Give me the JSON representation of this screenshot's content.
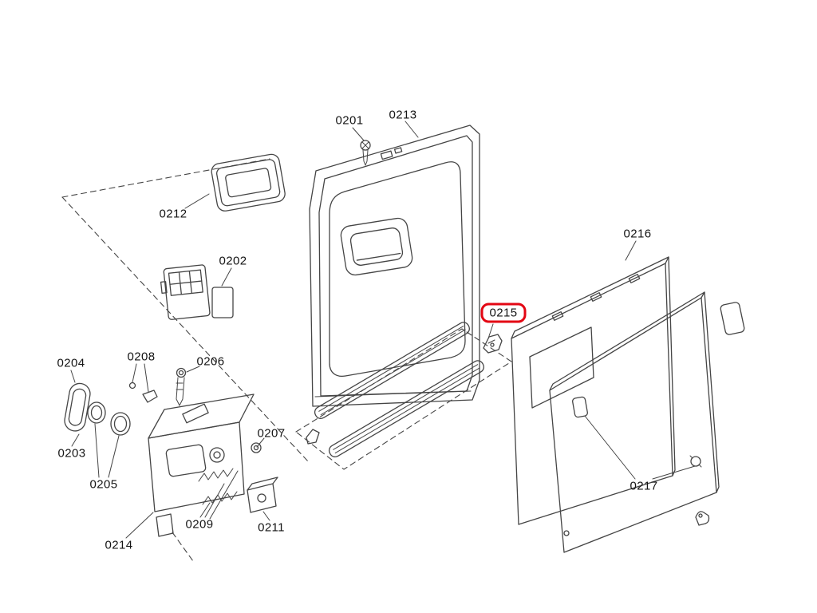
{
  "diagram": {
    "type": "exploded-parts-diagram",
    "background_color": "#ffffff",
    "line_color": "#454545",
    "highlight_color": "#e30613",
    "selected_part": "0215",
    "parts": [
      {
        "id": "0201",
        "label": "0201",
        "selected": false
      },
      {
        "id": "0213",
        "label": "0213",
        "selected": false
      },
      {
        "id": "0212",
        "label": "0212",
        "selected": false
      },
      {
        "id": "0202",
        "label": "0202",
        "selected": false
      },
      {
        "id": "0216",
        "label": "0216",
        "selected": false
      },
      {
        "id": "0215",
        "label": "0215",
        "selected": true
      },
      {
        "id": "0204",
        "label": "0204",
        "selected": false
      },
      {
        "id": "0208",
        "label": "0208",
        "selected": false
      },
      {
        "id": "0206",
        "label": "0206",
        "selected": false
      },
      {
        "id": "0203",
        "label": "0203",
        "selected": false
      },
      {
        "id": "0205",
        "label": "0205",
        "selected": false
      },
      {
        "id": "0207",
        "label": "0207",
        "selected": false
      },
      {
        "id": "0214",
        "label": "0214",
        "selected": false
      },
      {
        "id": "0209",
        "label": "0209",
        "selected": false
      },
      {
        "id": "0211",
        "label": "0211",
        "selected": false
      },
      {
        "id": "0217",
        "label": "0217",
        "selected": false
      }
    ]
  }
}
